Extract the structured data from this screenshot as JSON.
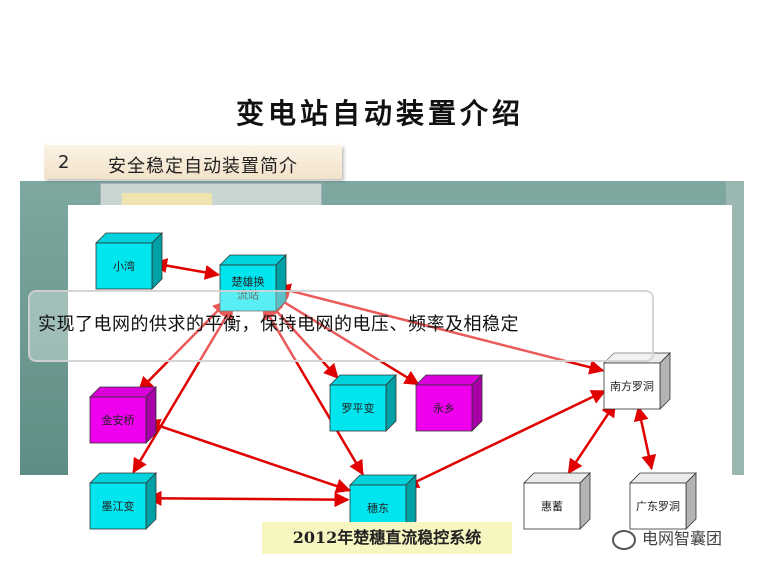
{
  "slide": {
    "title": "变电站自动装置介绍",
    "section_number": "2",
    "section_title": "安全稳定自动装置简介",
    "overlay_text": "实现了电网的供求的平衡，保持电网的电压、频率及相稳定",
    "caption": "2012年楚穗直流稳控系统",
    "watermark": "电网智囊团"
  },
  "diagram": {
    "nodes": [
      {
        "id": "xiaowan",
        "label": "小湾",
        "color": "#00e5ee"
      },
      {
        "id": "chuxiong",
        "label": "楚雄换\n流站",
        "color": "#00e5ee"
      },
      {
        "id": "jinanqiao",
        "label": "金安桥",
        "color": "#ee00ee"
      },
      {
        "id": "luopingbian",
        "label": "罗平变",
        "color": "#00e5ee"
      },
      {
        "id": "yongxiang",
        "label": "永乡",
        "color": "#ee00ee"
      },
      {
        "id": "mojiangbian",
        "label": "墨江变",
        "color": "#00e5ee"
      },
      {
        "id": "suidong",
        "label": "穗东",
        "color": "#00e5ee"
      },
      {
        "id": "nanfangluodong",
        "label": "南方罗洞",
        "color": "#ffffff"
      },
      {
        "id": "huixu",
        "label": "惠蓄",
        "color": "#ffffff"
      },
      {
        "id": "guangdongluodong",
        "label": "广东罗洞",
        "color": "#ffffff"
      }
    ],
    "links": [
      [
        "xiaowan",
        "chuxiong"
      ],
      [
        "chuxiong",
        "jinanqiao"
      ],
      [
        "chuxiong",
        "luopingbian"
      ],
      [
        "chuxiong",
        "yongxiang"
      ],
      [
        "chuxiong",
        "nanfangluodong"
      ],
      [
        "chuxiong",
        "mojiangbian"
      ],
      [
        "chuxiong",
        "suidong"
      ],
      [
        "suidong",
        "jinanqiao"
      ],
      [
        "suidong",
        "mojiangbian"
      ],
      [
        "suidong",
        "nanfangluodong"
      ],
      [
        "nanfangluodong",
        "huixu"
      ],
      [
        "nanfangluodong",
        "guangdongluodong"
      ]
    ]
  }
}
